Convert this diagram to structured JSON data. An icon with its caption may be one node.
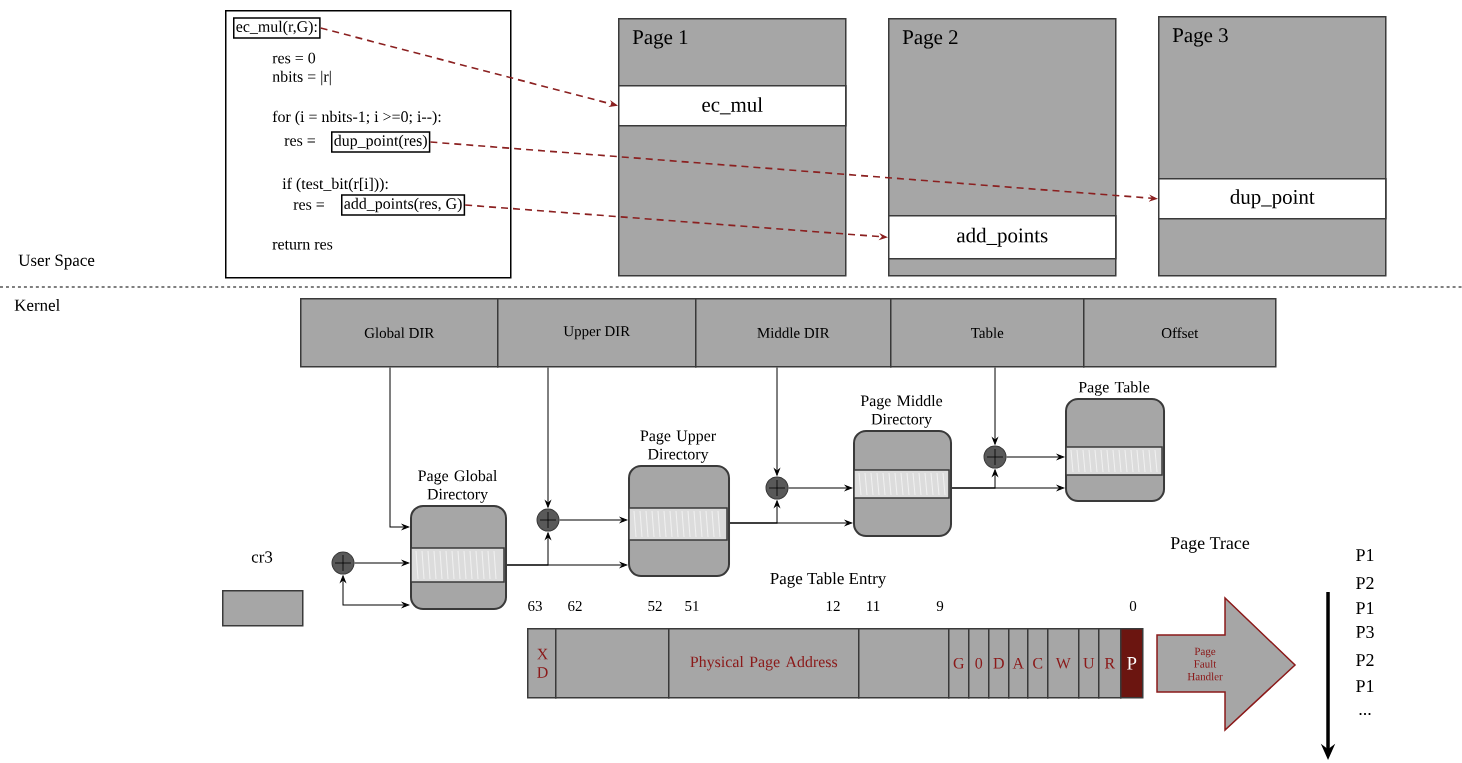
{
  "diagram": {
    "nodes": [
      {
        "text": [
          "res = 0",
          "nbits = |r|",
          "for (i = nbits-1; i >=0; i--):",
          "res =",
          "if (test_bit(r[i])):",
          "res =",
          "return res"
        ]
      },
      {
        "text": [
          "ec_mul(r,G):"
        ],
        "in": 0
      },
      {
        "text": [
          "dup_point(res)"
        ],
        "in": 0
      },
      {
        "text": [
          "add_points(res, G)"
        ],
        "in": 0
      },
      {
        "text": [
          "Page 1"
        ]
      },
      {
        "text": [
          "ec_mul"
        ],
        "in": 4
      },
      {
        "text": [
          "Page 2"
        ]
      },
      {
        "text": [
          "add_points"
        ],
        "in": 6
      },
      {
        "text": [
          "Page 3"
        ]
      },
      {
        "text": [
          "dup_point"
        ],
        "in": 8
      },
      {
        "text": [
          "Global DIR"
        ]
      },
      {
        "text": [
          "Upper DIR"
        ]
      },
      {
        "text": [
          "Middle DIR"
        ]
      },
      {
        "text": [
          "Table"
        ]
      },
      {
        "text": [
          "Offset"
        ]
      },
      {
        "text": [
          "Page Global Directory"
        ]
      },
      {
        "text": [
          "Page Upper Directory"
        ]
      },
      {
        "text": [
          "Page Middle Directory"
        ]
      },
      {
        "text": [
          "Page Table"
        ]
      },
      {
        "text": [
          "cr3"
        ]
      },
      {
        "text": [],
        "shape": "circle"
      },
      {
        "text": [],
        "shape": "circle"
      },
      {
        "text": [],
        "shape": "circle"
      },
      {
        "text": [],
        "shape": "circle"
      },
      {
        "text": [
          "X D"
        ]
      },
      {
        "text": [],
        "shape": "box"
      },
      {
        "text": [
          "Physical Page Address"
        ]
      },
      {
        "text": [],
        "shape": "box"
      },
      {
        "text": [
          "G"
        ]
      },
      {
        "text": [
          "0"
        ]
      },
      {
        "text": [
          "D"
        ]
      },
      {
        "text": [
          "A"
        ]
      },
      {
        "text": [
          "C"
        ]
      },
      {
        "text": [
          "W"
        ]
      },
      {
        "text": [
          "U"
        ]
      },
      {
        "text": [
          "R"
        ]
      },
      {
        "text": [
          "P"
        ]
      },
      {
        "text": [
          "Page Fault Handler"
        ]
      }
    ],
    "edges": [
      {
        "from": 1,
        "to": 5,
        "arrow": "to",
        "style": "dashed",
        "color": "#8b2020"
      },
      {
        "from": 2,
        "to": 9,
        "arrow": "to",
        "style": "dashed",
        "color": "#8b2020"
      },
      {
        "from": 3,
        "to": 7,
        "arrow": "to",
        "style": "dashed",
        "color": "#8b2020"
      },
      {
        "from": 10,
        "to": 15,
        "arrow": "to"
      },
      {
        "from": 11,
        "to": 21,
        "arrow": "to"
      },
      {
        "from": 12,
        "to": 22,
        "arrow": "to"
      },
      {
        "from": 13,
        "to": 23,
        "arrow": "to"
      },
      {
        "from": 20,
        "to": 15,
        "arrow": "to"
      },
      {
        "from": 20,
        "to": 15,
        "arrow": "both"
      },
      {
        "from": 15,
        "to": 16,
        "arrow": "to"
      },
      {
        "from": 15,
        "to": 21,
        "arrow": "to"
      },
      {
        "from": 21,
        "to": 16,
        "arrow": "to"
      },
      {
        "from": 16,
        "to": 17,
        "arrow": "to"
      },
      {
        "from": 16,
        "to": 22,
        "arrow": "to"
      },
      {
        "from": 22,
        "to": 17,
        "arrow": "to"
      },
      {
        "from": 17,
        "to": 18,
        "arrow": "to"
      },
      {
        "from": 17,
        "to": 23,
        "arrow": "to"
      },
      {
        "from": 23,
        "to": 18,
        "arrow": "to"
      }
    ],
    "labels": [
      "User Space",
      "Kernel",
      "Page Trace",
      "P1",
      "P2",
      "Page Table Entry",
      "63",
      "62",
      "52",
      "51",
      "12",
      "11",
      "9",
      "0",
      "P1",
      "P3",
      "P2",
      "P1",
      "..."
    ]
  }
}
